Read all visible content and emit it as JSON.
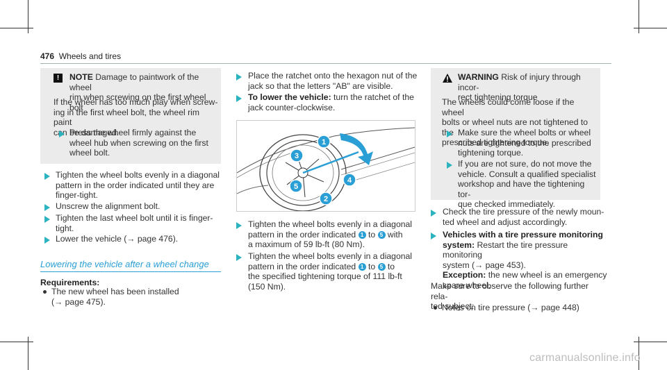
{
  "header": {
    "page_number": "476",
    "section_title": "Wheels and tires"
  },
  "note": {
    "label": "NOTE",
    "title_rest": "Damage to paintwork of the wheel",
    "title_line2": "rim when screwing on the first wheel bolt",
    "body": [
      "If the wheel has too much play when screw-",
      "ing in the first wheel bolt, the wheel rim paint",
      "can be damaged."
    ],
    "step": [
      "Press the wheel firmly against the",
      "wheel hub when screwing on the first",
      "wheel bolt."
    ]
  },
  "col1_steps": [
    [
      "Tighten the wheel bolts evenly in a diagonal",
      "pattern in the order indicated until they are",
      "finger-tight."
    ],
    [
      "Unscrew the alignment bolt."
    ],
    [
      "Tighten the last wheel bolt until it is finger-",
      "tight."
    ],
    [
      "Lower the vehicle (→ page 476)."
    ]
  ],
  "section": {
    "heading": "Lowering the vehicle after a wheel change",
    "req_label": "Requirements:",
    "req_item": [
      "The new wheel has been installed",
      "(→ page 475)."
    ]
  },
  "col2": {
    "step1": [
      "Place the ratchet onto the hexagon nut of the",
      "jack so that the letters \"AB\" are visible."
    ],
    "step2_bold": "To lower the vehicle:",
    "step2_rest": "turn the ratchet of the",
    "step2_line2": "jack counter-clockwise.",
    "step3_a": "Tighten the wheel bolts evenly in a diagonal",
    "step3_b1": "pattern in the order indicated",
    "step3_to": "to",
    "step3_with": "with",
    "step3_c": "a maximum of 59 lb-ft (80 Nm).",
    "step4_a": "Tighten the wheel bolts evenly in a diagonal",
    "step4_b1": "pattern in the order indicated",
    "step4_to": "to",
    "step4_to2": "to",
    "step4_c": "the specified tightening torque of 111 lb-ft",
    "step4_d": "(150 Nm).",
    "badge_1": "1",
    "badge_5": "5"
  },
  "figure": {
    "callouts": [
      "1",
      "2",
      "3",
      "4",
      "5"
    ]
  },
  "warning": {
    "label": "WARNING",
    "title_rest": "Risk of injury through incor-",
    "title_line2": "rect tightening torque",
    "body": [
      "The wheels could come loose if the wheel",
      "bolts or wheel nuts are not tightened to the",
      "prescribed tightening torque."
    ],
    "step1": [
      "Make sure the wheel bolts or wheel",
      "nuts are tightened to the prescribed",
      "tightening torque."
    ],
    "step2": [
      "If you are not sure, do not move the",
      "vehicle. Consult a qualified specialist",
      "workshop and have the tightening tor-",
      "que checked immediately."
    ]
  },
  "col3": {
    "step1": [
      "Check the tire pressure of the newly moun-",
      "ted wheel and adjust accordingly."
    ],
    "step2_bold": "Vehicles with a tire pressure monitoring",
    "step2_bold2": "system:",
    "step2_rest": "Restart the tire pressure monitoring",
    "step2_line3": "system (→ page 453).",
    "exception_label": "Exception:",
    "exception_rest": "the new wheel is an emergency",
    "exception_line2": "spare wheel.",
    "further": [
      "Make sure to observe the following further rela-",
      "ted subject:"
    ],
    "bullet": "Notes on tire pressure (→ page 448)"
  },
  "watermark": "carmanualsonline.info",
  "colors": {
    "accent": "#2a9fd6",
    "arrow": "#2bb3c0",
    "box": "#ebebeb"
  }
}
